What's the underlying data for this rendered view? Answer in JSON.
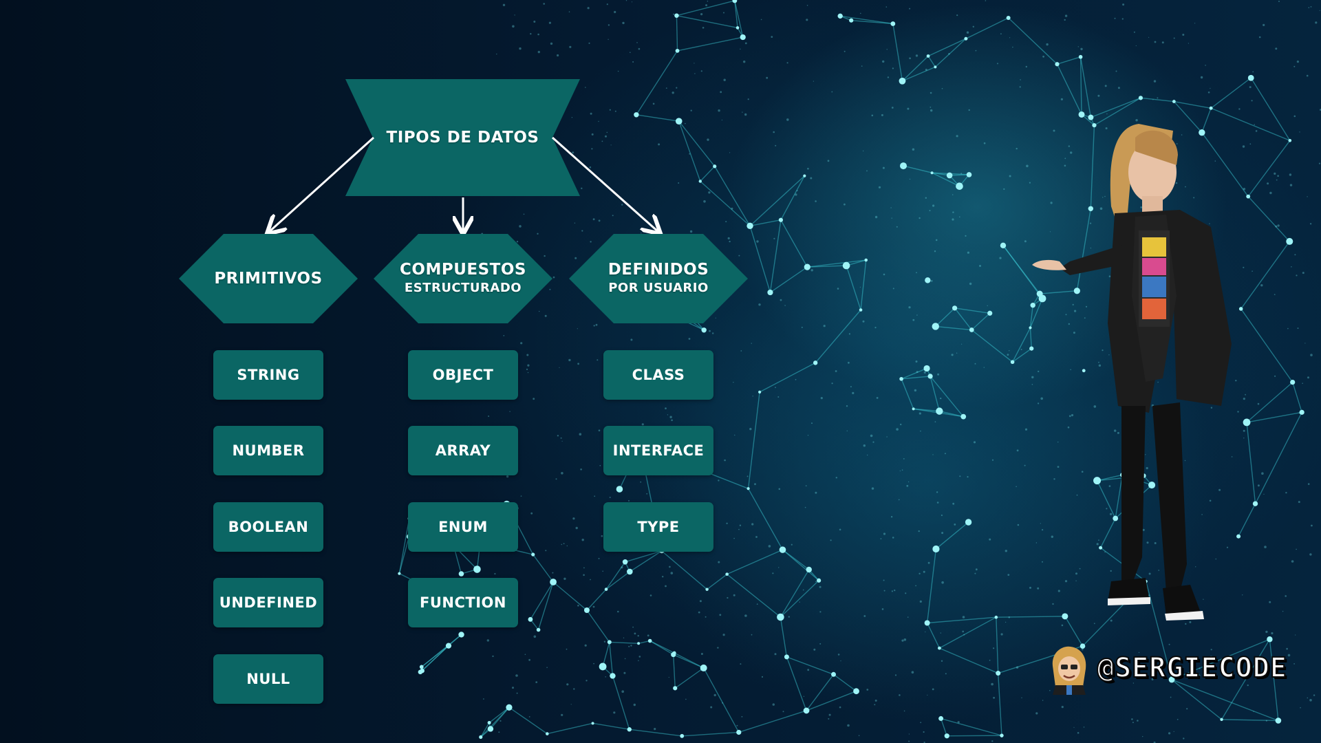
{
  "diagram": {
    "root": "TIPOS DE DATOS",
    "categories": [
      {
        "title": "PRIMITIVOS",
        "subtitle": "",
        "items": [
          "STRING",
          "NUMBER",
          "BOOLEAN",
          "UNDEFINED",
          "NULL"
        ]
      },
      {
        "title": "COMPUESTOS",
        "subtitle": "ESTRUCTURADO",
        "items": [
          "OBJECT",
          "ARRAY",
          "ENUM",
          "FUNCTION"
        ]
      },
      {
        "title": "DEFINIDOS",
        "subtitle": "POR USUARIO",
        "items": [
          "CLASS",
          "INTERFACE",
          "TYPE"
        ]
      }
    ]
  },
  "branding": {
    "handle": "@SERGIECODE"
  },
  "colors": {
    "shape_fill": "#0b6664",
    "background": "#031527",
    "network": "#3fd2dc",
    "arrow": "#ffffff"
  },
  "icons": [
    "presenter-photo",
    "avatar-icon",
    "network-background"
  ]
}
